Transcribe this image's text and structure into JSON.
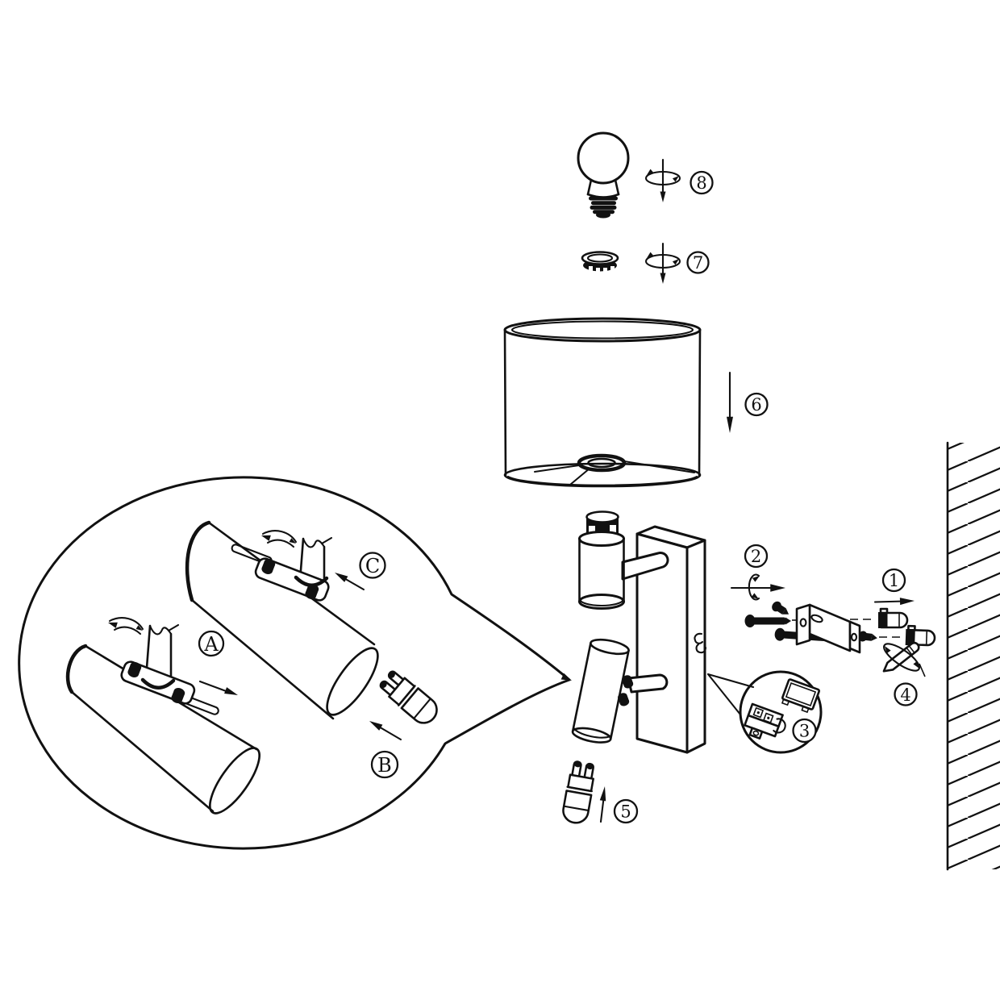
{
  "canvas": {
    "background": "#ffffff",
    "ink": "#111111"
  },
  "steps": {
    "s1": "1",
    "s2": "2",
    "s3": "3",
    "s4": "4",
    "s5": "5",
    "s6": "6",
    "s7": "7",
    "s8": "8"
  },
  "details": {
    "a": "A",
    "b": "B",
    "c": "C"
  },
  "icons": {
    "rotate-screw-axis-icon": "elliptical rotation arrow with axial down arrow",
    "rotate-push-icon": "c-curve rotation arrow crossed by straight arrow",
    "screwdriver-rotate-icon": "driver blade wrapped by elliptical rotation arrow",
    "swivel-arrow-icon": "curved double ribbon arrow over spot head pivot",
    "direction-arrow-icon": "solid triangular direction arrow",
    "wall-hatch-icon": "diagonal section hatching of mounting wall"
  }
}
